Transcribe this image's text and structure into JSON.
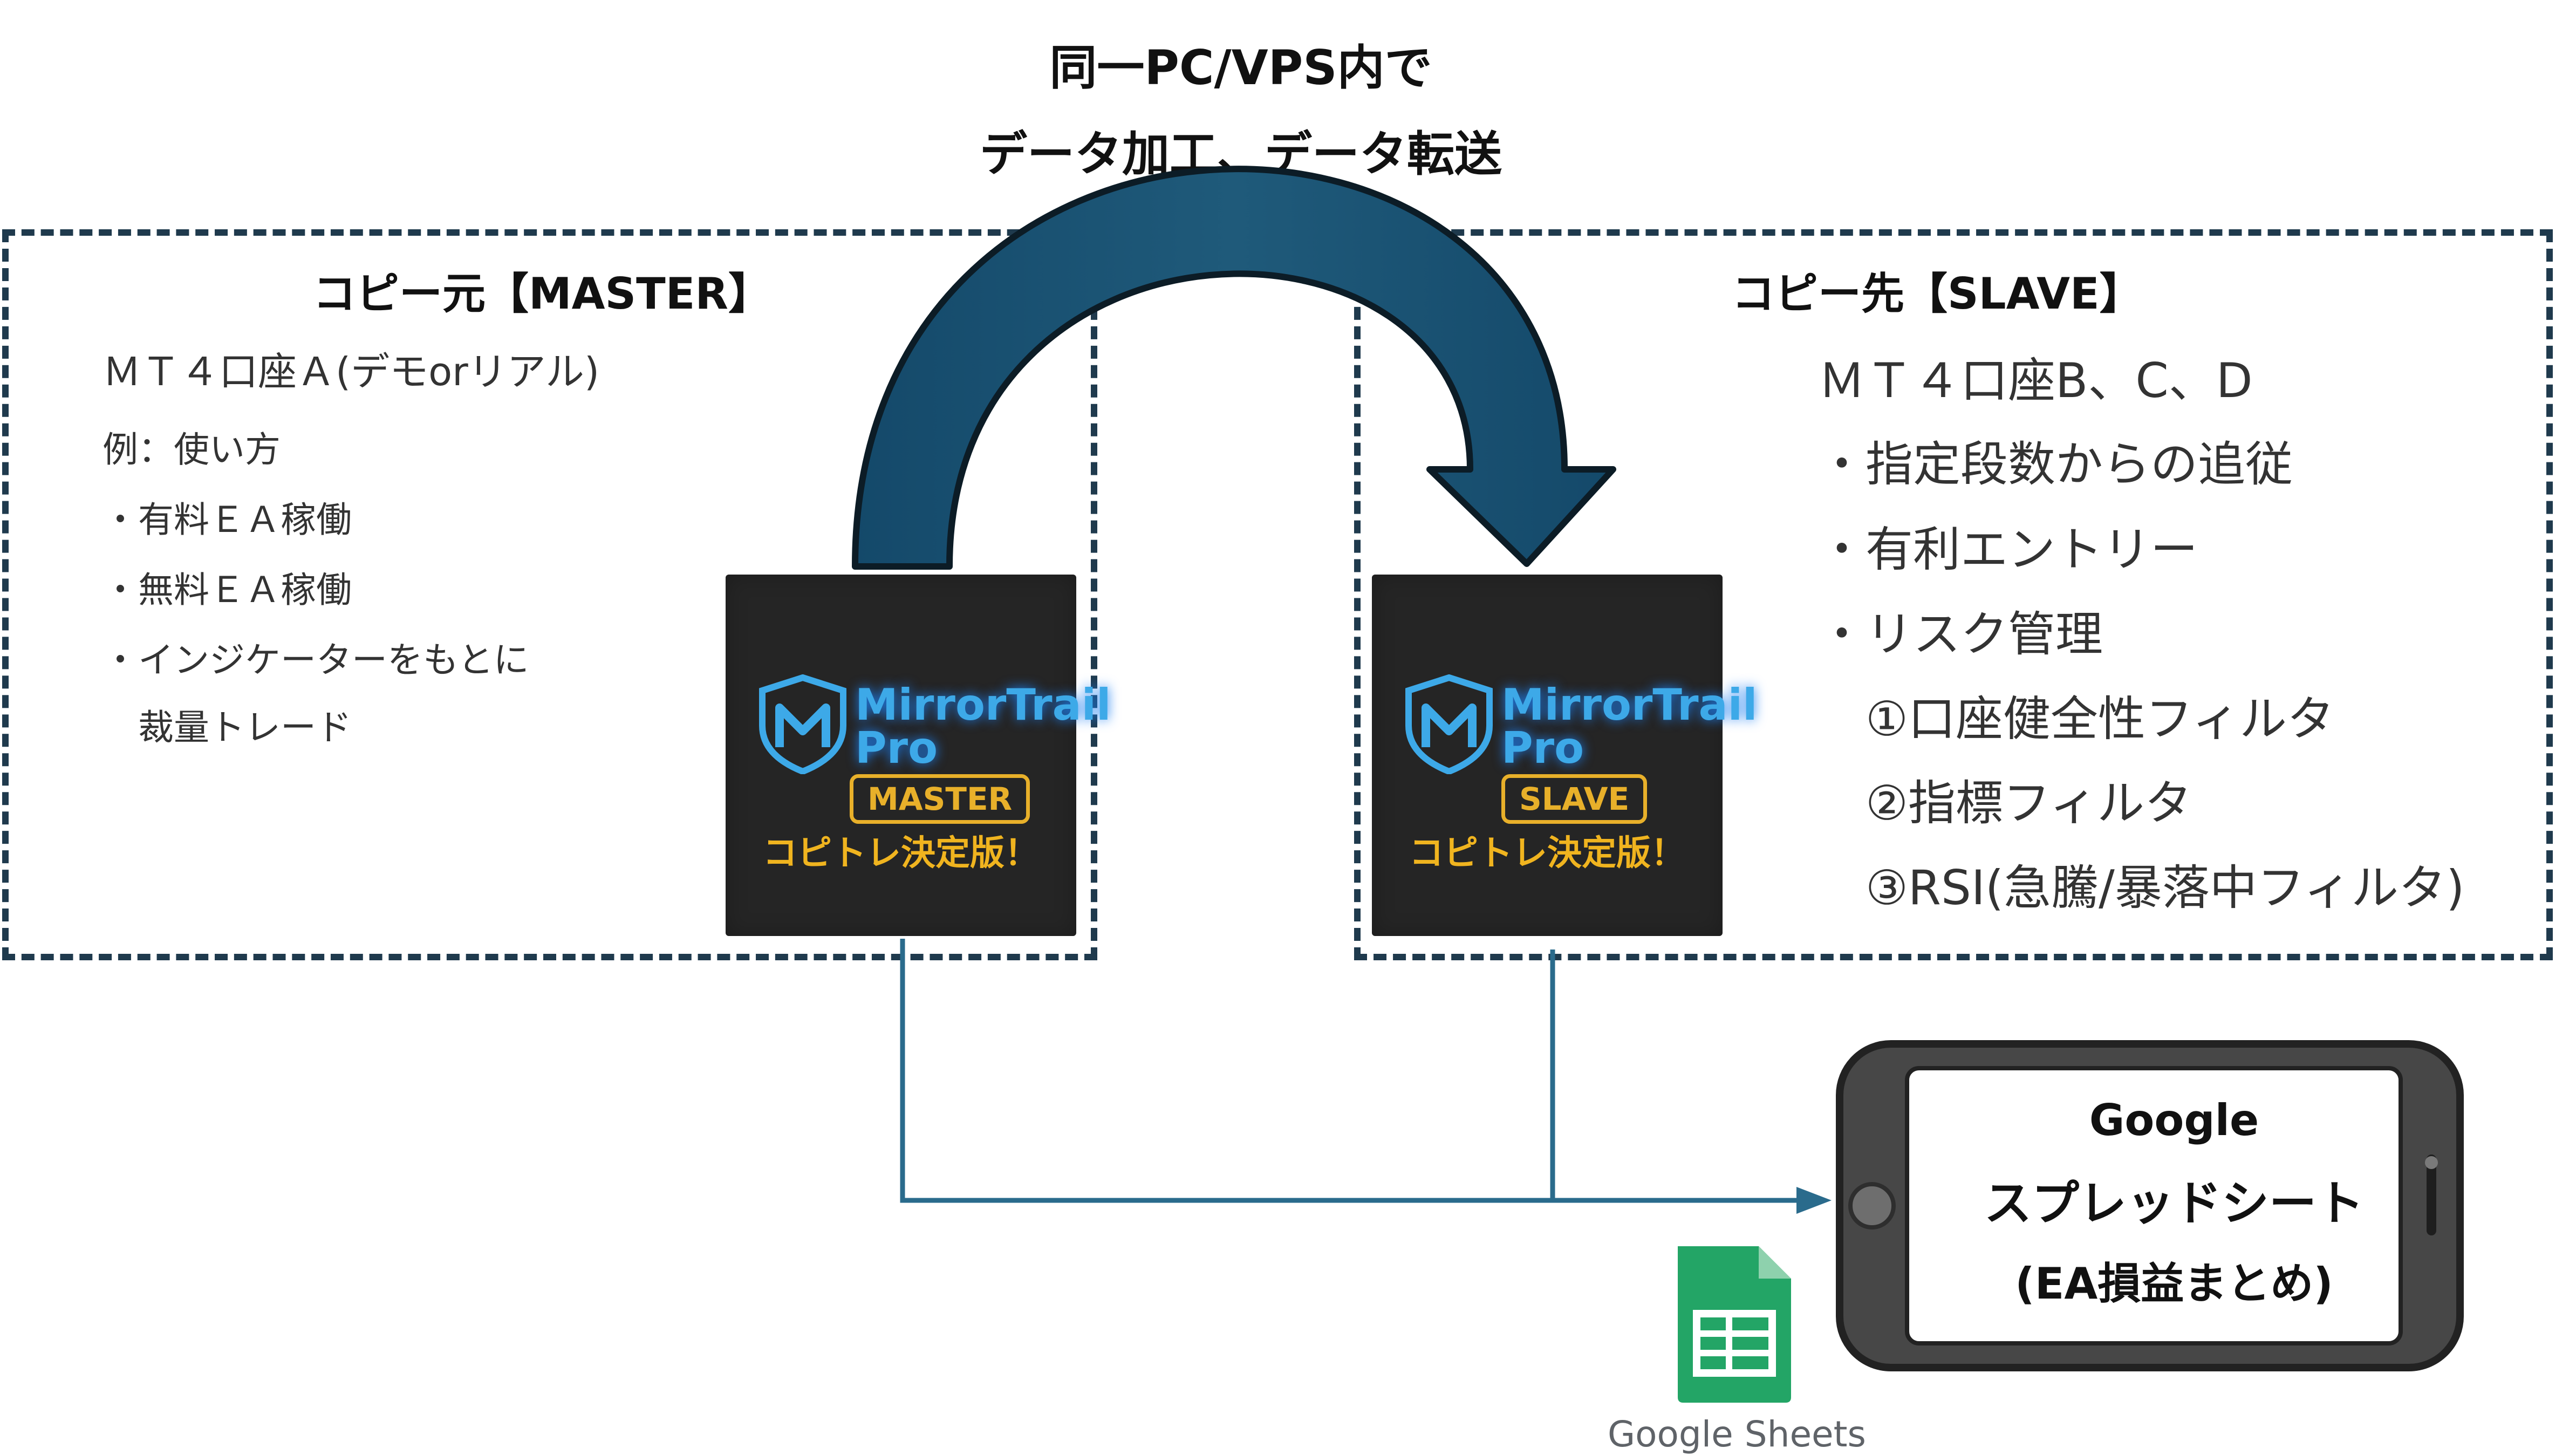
{
  "header": {
    "line1": "同一PC/VPS内で",
    "line2": "データ加工、データ転送"
  },
  "master": {
    "title": "コピー元【MASTER】",
    "account": "ＭＴ４口座Ａ(デモorリアル)",
    "usage_label": "例：使い方",
    "items": [
      "・有料ＥＡ稼働",
      "・無料ＥＡ稼働",
      "・インジケーターをもとに",
      "　裁量トレード"
    ]
  },
  "slave": {
    "title": "コピー先【SLAVE】",
    "account": "ＭＴ４口座B、C、D",
    "items": [
      "・指定段数からの追従",
      "・有利エントリー",
      "・リスク管理",
      "　①口座健全性フィルタ",
      "　②指標フィルタ",
      "　③RSI(急騰/暴落中フィルタ)"
    ]
  },
  "product": {
    "name_line1": "MirrorTrail",
    "name_line2": "Pro",
    "tagline": "コピトレ決定版！",
    "master_badge": "MASTER",
    "slave_badge": "SLAVE"
  },
  "phone": {
    "line1": "Google",
    "line2": "スプレッドシート",
    "line3": "(EA損益まとめ)"
  },
  "sheets_logo": {
    "label": "Google Sheets"
  },
  "colors": {
    "dash": "#1f3a4d",
    "arrow_fill": "#1f5a7a",
    "connector": "#2a6b8c",
    "tile_bg": "#252525",
    "brand_blue": "#3da9e8",
    "brand_gold": "#f0b41f",
    "sheets_green": "#23a566"
  }
}
